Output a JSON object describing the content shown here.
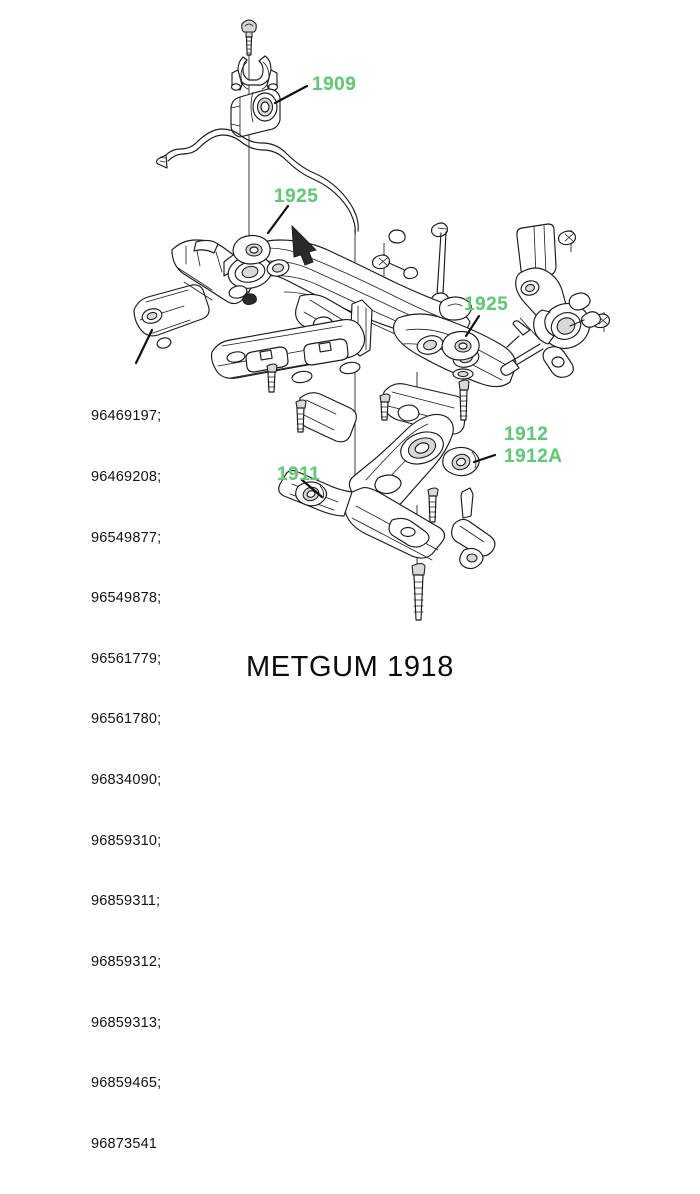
{
  "diagram": {
    "title": "METGUM 1918",
    "watermark": "METGUM 1918",
    "accent_color": "#63c877",
    "line_color": "#1a1a1a",
    "background": "#ffffff",
    "subject": "front suspension subframe, stabilizer bar, lower control arm and steering knuckle exploded view"
  },
  "callouts": [
    {
      "id": "c1909",
      "label": "1909",
      "refers_to": "stabilizer-bar-bushing"
    },
    {
      "id": "c1925a",
      "label": "1925",
      "refers_to": "subframe-mounting-bushing-front"
    },
    {
      "id": "c1925b",
      "label": "1925",
      "refers_to": "subframe-mounting-bushing-rear"
    },
    {
      "id": "c1911",
      "label": "1911",
      "refers_to": "control-arm-front-bushing"
    },
    {
      "id": "c1912",
      "label": "1912",
      "refers_to": "control-arm-rear-bushing"
    },
    {
      "id": "c1912a",
      "label": "1912A",
      "refers_to": "control-arm-rear-bushing-variant"
    }
  ],
  "part_numbers": [
    "96469197;",
    "96469208;",
    "96549877;",
    "96549878;",
    "96561779;",
    "96561780;",
    "96834090;",
    "96859310;",
    "96859311;",
    "96859312;",
    "96859313;",
    "96859465;",
    "96873541"
  ],
  "components": [
    {
      "name": "stabilizer-bar",
      "description": "anti-roll bar spanning upper area"
    },
    {
      "name": "stabilizer-bar-clamp",
      "description": "U-shaped retaining bracket"
    },
    {
      "name": "stabilizer-bar-bushing",
      "description": "rubber bushing, callout 1909"
    },
    {
      "name": "clamp-bolt-top",
      "description": "hex-head bolt above clamp"
    },
    {
      "name": "subframe-crossmember",
      "description": "large stamped steel front subframe"
    },
    {
      "name": "lower-control-arm",
      "description": "front lower wishbone arm"
    },
    {
      "name": "control-arm-front-bushing",
      "description": "bushing, callout 1911"
    },
    {
      "name": "control-arm-rear-bushing",
      "description": "bushing, callout 1912 / 1912A"
    },
    {
      "name": "ball-joint",
      "description": "lower ball joint at arm outer end"
    },
    {
      "name": "steering-knuckle",
      "description": "wheel hub carrier at right"
    },
    {
      "name": "stabilizer-link",
      "description": "drop link between bar and knuckle"
    },
    {
      "name": "mounting-bolt-long",
      "description": "long through bolt below control arm"
    }
  ]
}
